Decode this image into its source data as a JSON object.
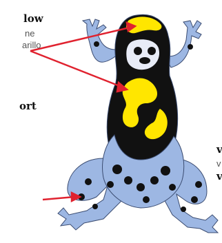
{
  "labels": {
    "left_top_bold": "low",
    "left_top_line1": "ne",
    "left_top_line2": "arillo",
    "left_mid_bold": "ort",
    "right_bold_1": "v",
    "right_small": "v",
    "right_bold_2": "v"
  },
  "colors": {
    "frog_body_blue": "#9db7e3",
    "frog_black": "#111111",
    "frog_yellow": "#ffe600",
    "eye_white": "#e8ecf7",
    "arrow_red": "#e0222f",
    "outline": "#3a4b70"
  }
}
